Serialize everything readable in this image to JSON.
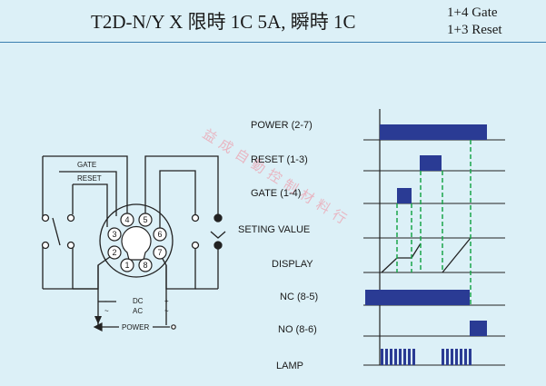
{
  "header": {
    "title": "T2D-N/Y X 限時 1C 5A, 瞬時 1C",
    "subtitle_1": "1+4 Gate",
    "subtitle_2": "1+3 Reset"
  },
  "wiring": {
    "gate_label": "GATE",
    "reset_label": "RESET",
    "pins": [
      "1",
      "2",
      "3",
      "4",
      "5",
      "6",
      "7",
      "8"
    ],
    "minus": "-",
    "plus": "+",
    "tilde": "~",
    "dc": "DC",
    "ac": "AC",
    "power": "POWER"
  },
  "timing": {
    "rows": [
      "POWER (2-7)",
      "RESET (1-3)",
      "GATE (1-4)",
      "SETING VALUE",
      "DISPLAY",
      "NC (8-5)",
      "NO (8-6)",
      "LAMP"
    ]
  },
  "watermark": "益成自動控制材料行",
  "colors": {
    "pulse": "#2a3b94",
    "dashed": "#1aa64a",
    "line": "#222222",
    "background": "#dcf0f7"
  }
}
